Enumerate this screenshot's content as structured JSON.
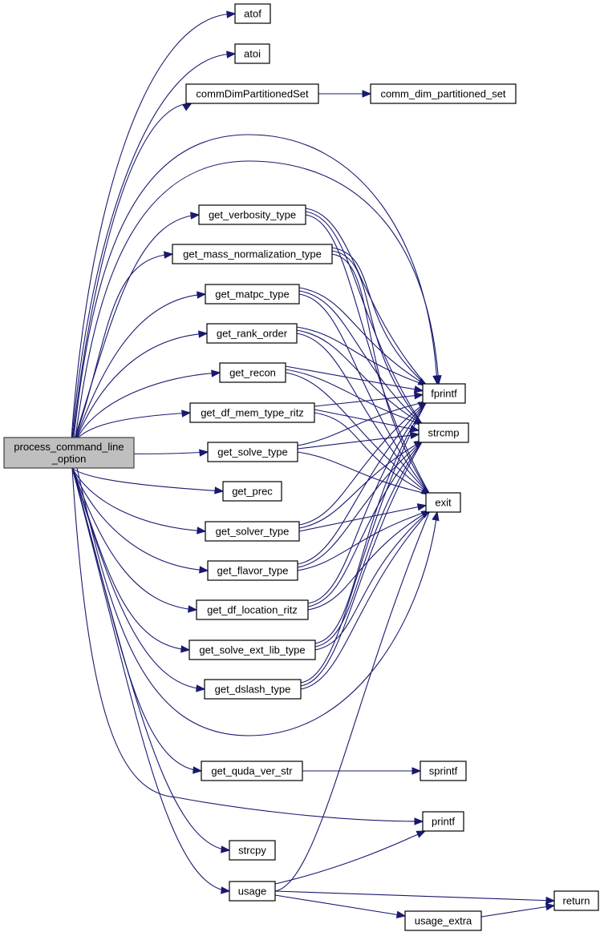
{
  "diagram": {
    "type": "call-graph",
    "root": "process_command_line_option",
    "colors": {
      "edge": "#191970",
      "root_fill": "#bfbfbf",
      "node_fill": "#ffffff",
      "node_border": "#000000"
    },
    "nodes": [
      {
        "id": "root",
        "lines": [
          "process_command_line",
          "_option"
        ],
        "root": true
      },
      {
        "id": "atof",
        "lines": [
          "atof"
        ]
      },
      {
        "id": "atoi",
        "lines": [
          "atoi"
        ]
      },
      {
        "id": "commDimPartitionedSet",
        "lines": [
          "commDimPartitionedSet"
        ]
      },
      {
        "id": "comm_dim_partitioned_set",
        "lines": [
          "comm_dim_partitioned_set"
        ]
      },
      {
        "id": "get_verbosity_type",
        "lines": [
          "get_verbosity_type"
        ]
      },
      {
        "id": "get_mass_normalization_type",
        "lines": [
          "get_mass_normalization_type"
        ]
      },
      {
        "id": "get_matpc_type",
        "lines": [
          "get_matpc_type"
        ]
      },
      {
        "id": "get_rank_order",
        "lines": [
          "get_rank_order"
        ]
      },
      {
        "id": "get_recon",
        "lines": [
          "get_recon"
        ]
      },
      {
        "id": "get_df_mem_type_ritz",
        "lines": [
          "get_df_mem_type_ritz"
        ]
      },
      {
        "id": "get_solve_type",
        "lines": [
          "get_solve_type"
        ]
      },
      {
        "id": "get_prec",
        "lines": [
          "get_prec"
        ]
      },
      {
        "id": "get_solver_type",
        "lines": [
          "get_solver_type"
        ]
      },
      {
        "id": "get_flavor_type",
        "lines": [
          "get_flavor_type"
        ]
      },
      {
        "id": "get_df_location_ritz",
        "lines": [
          "get_df_location_ritz"
        ]
      },
      {
        "id": "get_solve_ext_lib_type",
        "lines": [
          "get_solve_ext_lib_type"
        ]
      },
      {
        "id": "get_dslash_type",
        "lines": [
          "get_dslash_type"
        ]
      },
      {
        "id": "get_quda_ver_str",
        "lines": [
          "get_quda_ver_str"
        ]
      },
      {
        "id": "strcpy",
        "lines": [
          "strcpy"
        ]
      },
      {
        "id": "usage",
        "lines": [
          "usage"
        ]
      },
      {
        "id": "fprintf",
        "lines": [
          "fprintf"
        ]
      },
      {
        "id": "strcmp",
        "lines": [
          "strcmp"
        ]
      },
      {
        "id": "exit",
        "lines": [
          "exit"
        ]
      },
      {
        "id": "sprintf",
        "lines": [
          "sprintf"
        ]
      },
      {
        "id": "printf",
        "lines": [
          "printf"
        ]
      },
      {
        "id": "usage_extra",
        "lines": [
          "usage_extra"
        ]
      },
      {
        "id": "return",
        "lines": [
          "return"
        ]
      }
    ],
    "edges": [
      [
        "root",
        "atof"
      ],
      [
        "root",
        "atoi"
      ],
      [
        "root",
        "commDimPartitionedSet"
      ],
      [
        "root",
        "fprintf"
      ],
      [
        "root",
        "fprintf"
      ],
      [
        "root",
        "get_verbosity_type"
      ],
      [
        "root",
        "get_mass_normalization_type"
      ],
      [
        "root",
        "get_matpc_type"
      ],
      [
        "root",
        "get_rank_order"
      ],
      [
        "root",
        "get_recon"
      ],
      [
        "root",
        "get_df_mem_type_ritz"
      ],
      [
        "root",
        "get_solve_type"
      ],
      [
        "root",
        "get_prec"
      ],
      [
        "root",
        "get_solver_type"
      ],
      [
        "root",
        "get_flavor_type"
      ],
      [
        "root",
        "get_df_location_ritz"
      ],
      [
        "root",
        "get_solve_ext_lib_type"
      ],
      [
        "root",
        "get_dslash_type"
      ],
      [
        "root",
        "exit"
      ],
      [
        "root",
        "get_quda_ver_str"
      ],
      [
        "root",
        "printf"
      ],
      [
        "root",
        "strcpy"
      ],
      [
        "root",
        "usage"
      ],
      [
        "commDimPartitionedSet",
        "comm_dim_partitioned_set"
      ],
      [
        "get_verbosity_type",
        "fprintf"
      ],
      [
        "get_verbosity_type",
        "strcmp"
      ],
      [
        "get_verbosity_type",
        "exit"
      ],
      [
        "get_mass_normalization_type",
        "fprintf"
      ],
      [
        "get_mass_normalization_type",
        "strcmp"
      ],
      [
        "get_mass_normalization_type",
        "exit"
      ],
      [
        "get_matpc_type",
        "fprintf"
      ],
      [
        "get_matpc_type",
        "strcmp"
      ],
      [
        "get_matpc_type",
        "exit"
      ],
      [
        "get_rank_order",
        "fprintf"
      ],
      [
        "get_rank_order",
        "strcmp"
      ],
      [
        "get_rank_order",
        "exit"
      ],
      [
        "get_recon",
        "fprintf"
      ],
      [
        "get_recon",
        "strcmp"
      ],
      [
        "get_recon",
        "exit"
      ],
      [
        "get_df_mem_type_ritz",
        "fprintf"
      ],
      [
        "get_df_mem_type_ritz",
        "strcmp"
      ],
      [
        "get_df_mem_type_ritz",
        "exit"
      ],
      [
        "get_solve_type",
        "fprintf"
      ],
      [
        "get_solve_type",
        "strcmp"
      ],
      [
        "get_solve_type",
        "exit"
      ],
      [
        "get_solver_type",
        "fprintf"
      ],
      [
        "get_solver_type",
        "strcmp"
      ],
      [
        "get_solver_type",
        "exit"
      ],
      [
        "get_flavor_type",
        "fprintf"
      ],
      [
        "get_flavor_type",
        "strcmp"
      ],
      [
        "get_flavor_type",
        "exit"
      ],
      [
        "get_df_location_ritz",
        "fprintf"
      ],
      [
        "get_df_location_ritz",
        "strcmp"
      ],
      [
        "get_df_location_ritz",
        "exit"
      ],
      [
        "get_solve_ext_lib_type",
        "fprintf"
      ],
      [
        "get_solve_ext_lib_type",
        "strcmp"
      ],
      [
        "get_solve_ext_lib_type",
        "exit"
      ],
      [
        "get_dslash_type",
        "fprintf"
      ],
      [
        "get_dslash_type",
        "strcmp"
      ],
      [
        "get_dslash_type",
        "exit"
      ],
      [
        "get_quda_ver_str",
        "sprintf"
      ],
      [
        "usage",
        "printf"
      ],
      [
        "usage",
        "exit"
      ],
      [
        "usage",
        "return"
      ],
      [
        "usage",
        "usage_extra"
      ],
      [
        "usage_extra",
        "return"
      ]
    ]
  }
}
